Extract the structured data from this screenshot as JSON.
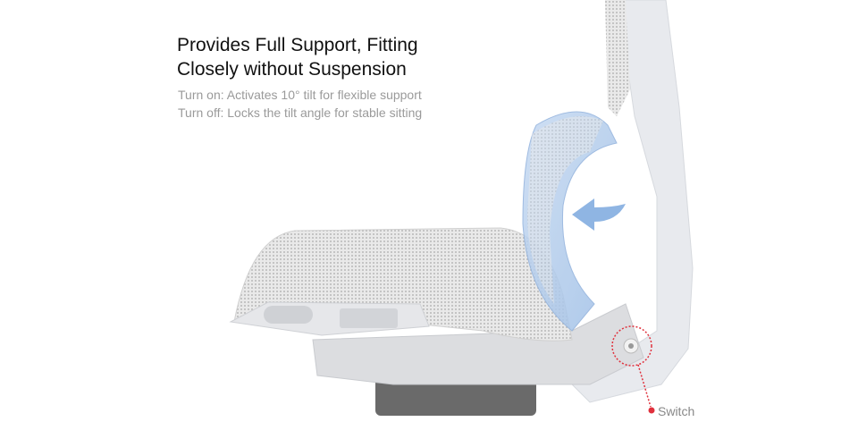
{
  "headline": {
    "line1": "Provides Full Support, Fitting",
    "line2": "Closely without Suspension"
  },
  "description": {
    "line1": "Turn on: Activates 10° tilt for flexible support",
    "line2": "Turn off: Locks the tilt angle for stable sitting"
  },
  "callout": {
    "label": "Switch",
    "color": "#e0303c"
  },
  "colors": {
    "frame": "#e6e8ec",
    "lumbar_highlight": "#a9c6ea",
    "arrow": "#8fb5e3"
  }
}
